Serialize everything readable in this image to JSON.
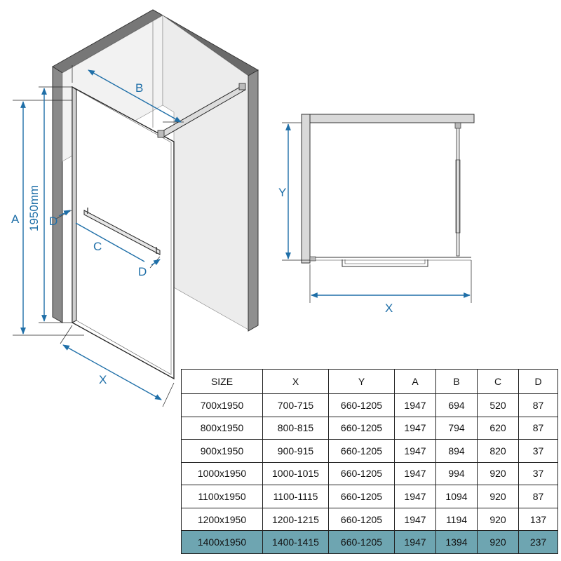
{
  "colors": {
    "dimension": "#1f6fa8",
    "wall": "#8a8a8a",
    "wall_top": "#6f6f6f",
    "highlight_row": "#6ea5b1"
  },
  "labels": {
    "b": "B",
    "a": "A",
    "height": "1950mm",
    "d1": "D",
    "c": "C",
    "d2": "D",
    "x_left": "X",
    "y_right": "Y",
    "x_right": "X"
  },
  "table": {
    "headers": [
      "SIZE",
      "X",
      "Y",
      "A",
      "B",
      "C",
      "D"
    ],
    "rows": [
      [
        "700x1950",
        "700-715",
        "660-1205",
        "1947",
        "694",
        "520",
        "87"
      ],
      [
        "800x1950",
        "800-815",
        "660-1205",
        "1947",
        "794",
        "620",
        "87"
      ],
      [
        "900x1950",
        "900-915",
        "660-1205",
        "1947",
        "894",
        "820",
        "37"
      ],
      [
        "1000x1950",
        "1000-1015",
        "660-1205",
        "1947",
        "994",
        "920",
        "37"
      ],
      [
        "1100x1950",
        "1100-1115",
        "660-1205",
        "1947",
        "1094",
        "920",
        "87"
      ],
      [
        "1200x1950",
        "1200-1215",
        "660-1205",
        "1947",
        "1194",
        "920",
        "137"
      ],
      [
        "1400x1950",
        "1400-1415",
        "660-1205",
        "1947",
        "1394",
        "920",
        "237"
      ]
    ],
    "highlighted_row": 6
  }
}
